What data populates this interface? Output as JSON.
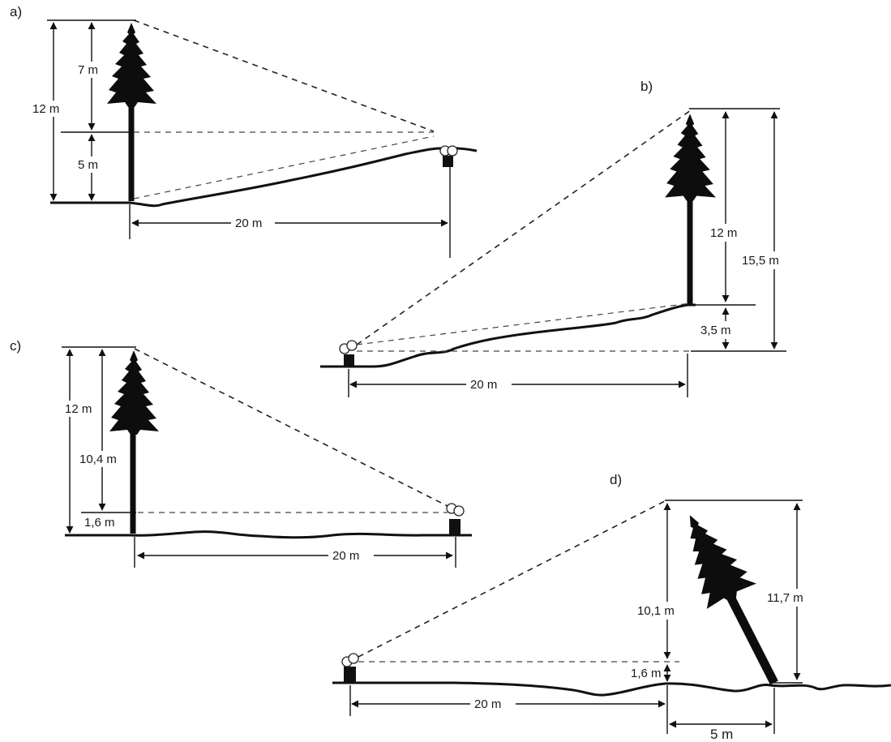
{
  "panels": [
    {
      "id": "a",
      "label": "a)",
      "height_labels": {
        "upper": "7 m",
        "lower": "5 m",
        "total": "12 m"
      },
      "distance_label": "20 m"
    },
    {
      "id": "b",
      "label": "b)",
      "height_labels": {
        "upper": "12 m",
        "lower": "3,5 m",
        "total": "15,5 m"
      },
      "distance_label": "20 m"
    },
    {
      "id": "c",
      "label": "c)",
      "height_labels": {
        "upper": "10,4 m",
        "lower": "1,6 m",
        "total": "12 m"
      },
      "distance_label": "20 m"
    },
    {
      "id": "d",
      "label": "d)",
      "height_labels": {
        "upper": "10,1 m",
        "lower": "1,6 m",
        "total": "11,7 m"
      },
      "distance_label": "20 m",
      "lean_label": "5 m"
    }
  ]
}
